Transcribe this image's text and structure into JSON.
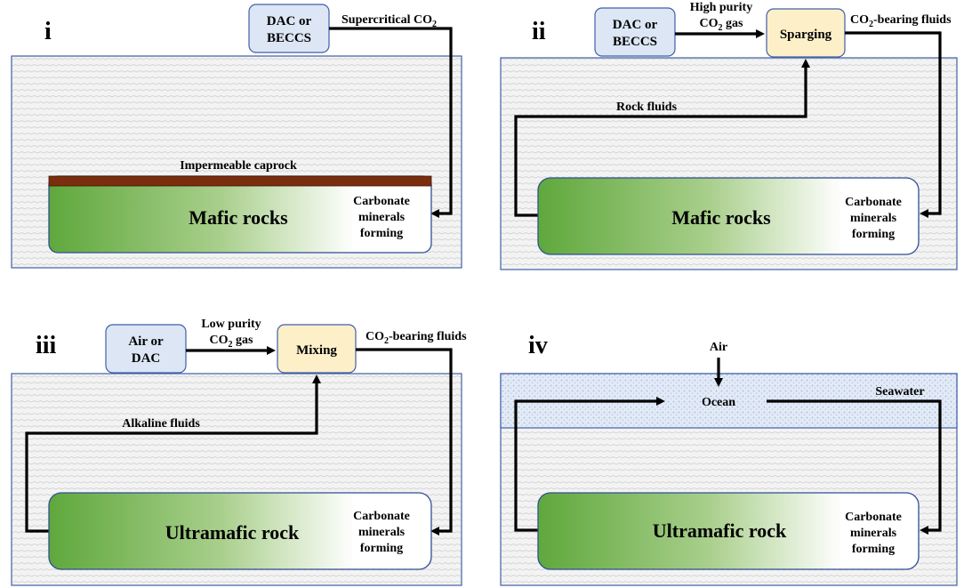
{
  "panels": {
    "i": {
      "label": "i",
      "source_box": {
        "line1": "DAC or",
        "line2": "BECCS"
      },
      "flow_label": "Supercritical CO",
      "flow_label_sub": "2",
      "caprock_label": "Impermeable caprock",
      "rock_label": "Mafic rocks",
      "carbonate": {
        "line1": "Carbonate",
        "line2": "minerals",
        "line3": "forming"
      }
    },
    "ii": {
      "label": "ii",
      "source_box": {
        "line1": "DAC or",
        "line2": "BECCS"
      },
      "gas_label": {
        "line1": "High purity",
        "line2_main": "CO",
        "line2_sub": "2",
        "line2_rest": " gas"
      },
      "process_box": "Sparging",
      "outflow_label": {
        "main": "CO",
        "sub": "2",
        "rest": "-bearing fluids"
      },
      "return_label": "Rock fluids",
      "rock_label": "Mafic rocks",
      "carbonate": {
        "line1": "Carbonate",
        "line2": "minerals",
        "line3": "forming"
      }
    },
    "iii": {
      "label": "iii",
      "source_box": {
        "line1": "Air or",
        "line2": "DAC"
      },
      "gas_label": {
        "line1": "Low purity",
        "line2_main": "CO",
        "line2_sub": "2",
        "line2_rest": " gas"
      },
      "process_box": "Mixing",
      "outflow_label": {
        "main": "CO",
        "sub": "2",
        "rest": "-bearing fluids"
      },
      "return_label": "Alkaline fluids",
      "rock_label": "Ultramafic rock",
      "carbonate": {
        "line1": "Carbonate",
        "line2": "minerals",
        "line3": "forming"
      }
    },
    "iv": {
      "label": "iv",
      "air_label": "Air",
      "ocean_label": "Ocean",
      "seawater_label": "Seawater",
      "rock_label": "Ultramafic rock",
      "carbonate": {
        "line1": "Carbonate",
        "line2": "minerals",
        "line3": "forming"
      }
    }
  },
  "colors": {
    "ground_fill": "#f0f0f0",
    "ground_border": "#3f5fa8",
    "source_box_fill": "#dce6f5",
    "process_box_fill": "#fdf0c8",
    "caprock": "#7a2e0e",
    "rock_green": "#5fa83c",
    "ocean_fill": "#dde8f5"
  }
}
